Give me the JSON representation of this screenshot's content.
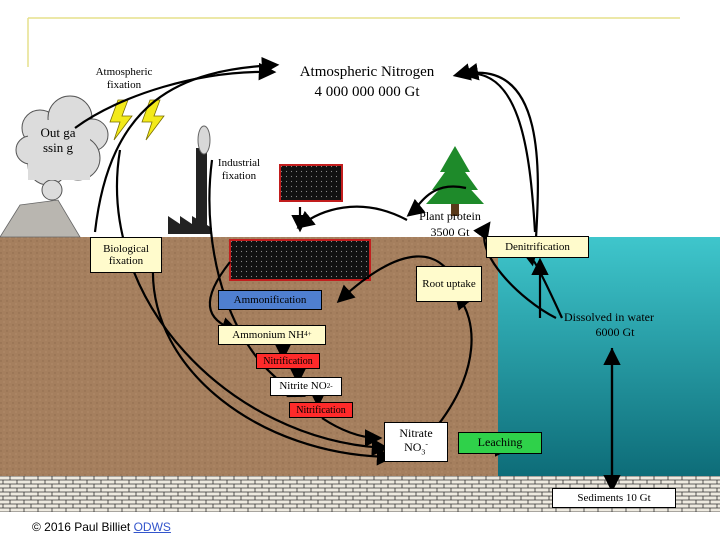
{
  "labels": {
    "atmospheric_fixation": "Atmospheric fixation",
    "atmospheric_nitrogen_title": "Atmospheric Nitrogen",
    "atmospheric_nitrogen_amount": "4 000 000 000 Gt",
    "outgassing": "Out gassin g",
    "industrial_fixation": "Industrial fixation",
    "plant_protein": "Plant protein",
    "plant_protein_amount": "3500 Gt",
    "denitrification": "Denitrification",
    "biological_fixation": "Biological fixation",
    "root_uptake": "Root uptake",
    "ammonification": "Ammonification",
    "dissolved_in_water": "Dissolved in water",
    "dissolved_amount": "6000 Gt",
    "ammonium": "Ammonium NH",
    "ammonium_sup": "4",
    "ammonium_charge": "+",
    "nitrification_1": "Nitrification",
    "nitrite": "Nitrite NO",
    "nitrite_sub": "2",
    "nitrite_charge": "-",
    "nitrification_2": "Nitrification",
    "nitrate": "Nitrate",
    "nitrate_formula": "NO",
    "nitrate_sub": "3",
    "nitrate_charge": "-",
    "leaching": "Leaching",
    "sediments": "Sediments 10 Gt"
  },
  "footer": {
    "copyright": "© 2016 Paul Billiet ",
    "link": "ODWS"
  },
  "colors": {
    "soil": "#a57f5e",
    "water_top": "#3fc6cc",
    "water_bottom": "#0d6c78",
    "sediment": "#e9e4d6",
    "label_cream": "#fffbcc",
    "label_blue": "#4f7fd0",
    "label_red": "#ff2a2a",
    "label_green": "#2fd14a",
    "tree": "#1e8a2a",
    "arrow": "#000000"
  }
}
